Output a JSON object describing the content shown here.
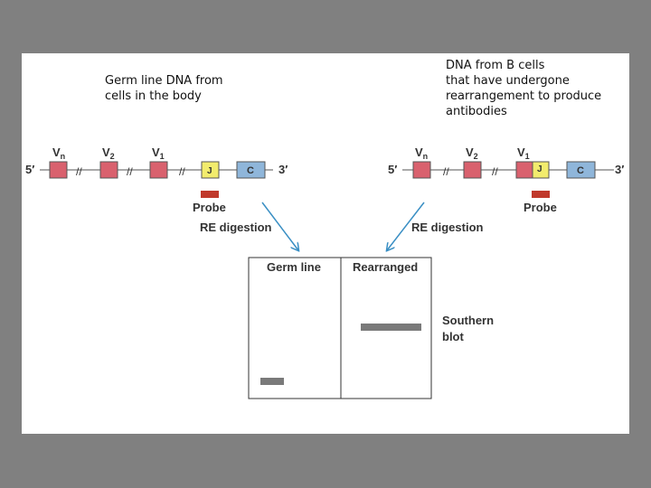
{
  "left_caption": "Germ line DNA from\n cells in the body",
  "right_caption": "DNA from B cells\nthat have undergone\nrearrangement to produce\nantibodies",
  "labels": {
    "five_prime": "5′",
    "three_prime": "3′",
    "vn": "V",
    "vn_sub": "n",
    "v2": "V",
    "v2_sub": "2",
    "v1": "V",
    "v1_sub": "1",
    "j": "J",
    "c": "C",
    "probe": "Probe",
    "re_digestion": "RE digestion"
  },
  "blot": {
    "germ_line": "Germ line",
    "rearranged": "Rearranged",
    "southern_blot": "Southern\nblot"
  },
  "colors": {
    "v_segment": "#d9616e",
    "j_segment": "#f2ec6d",
    "c_segment": "#8fb6da",
    "probe": "#c0392b",
    "arrow": "#3a8fc4",
    "band": "#7a7a7a"
  }
}
